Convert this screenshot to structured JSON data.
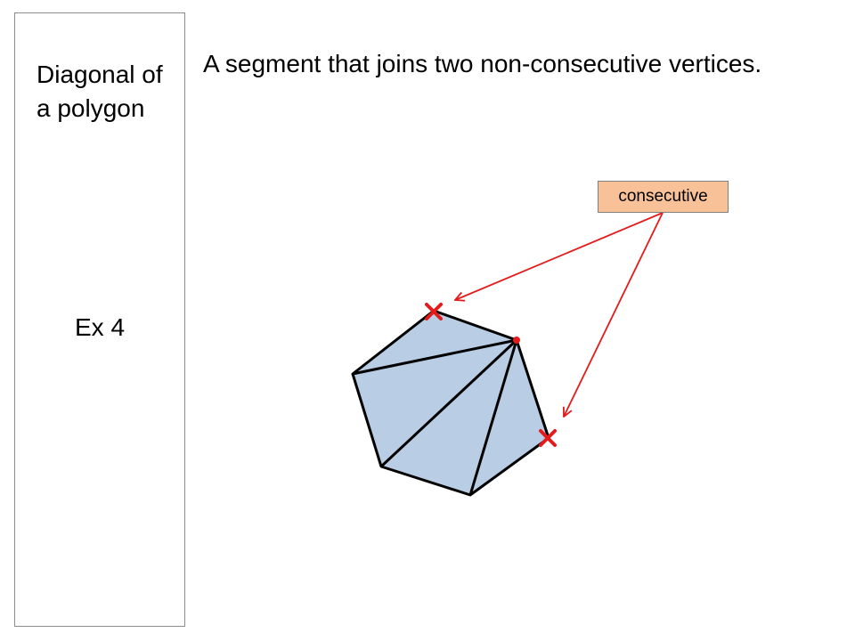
{
  "term": "Diagonal of a polygon",
  "example_label": "Ex 4",
  "definition": "A segment that joins two non-consecutive vertices.",
  "callout": {
    "label": "consecutive",
    "fill": "#F8C197"
  },
  "colors": {
    "polygon_fill": "#B9CDE5",
    "outline": "#000000",
    "arrow": "#E31B1B",
    "marker": "#E31B1B"
  }
}
